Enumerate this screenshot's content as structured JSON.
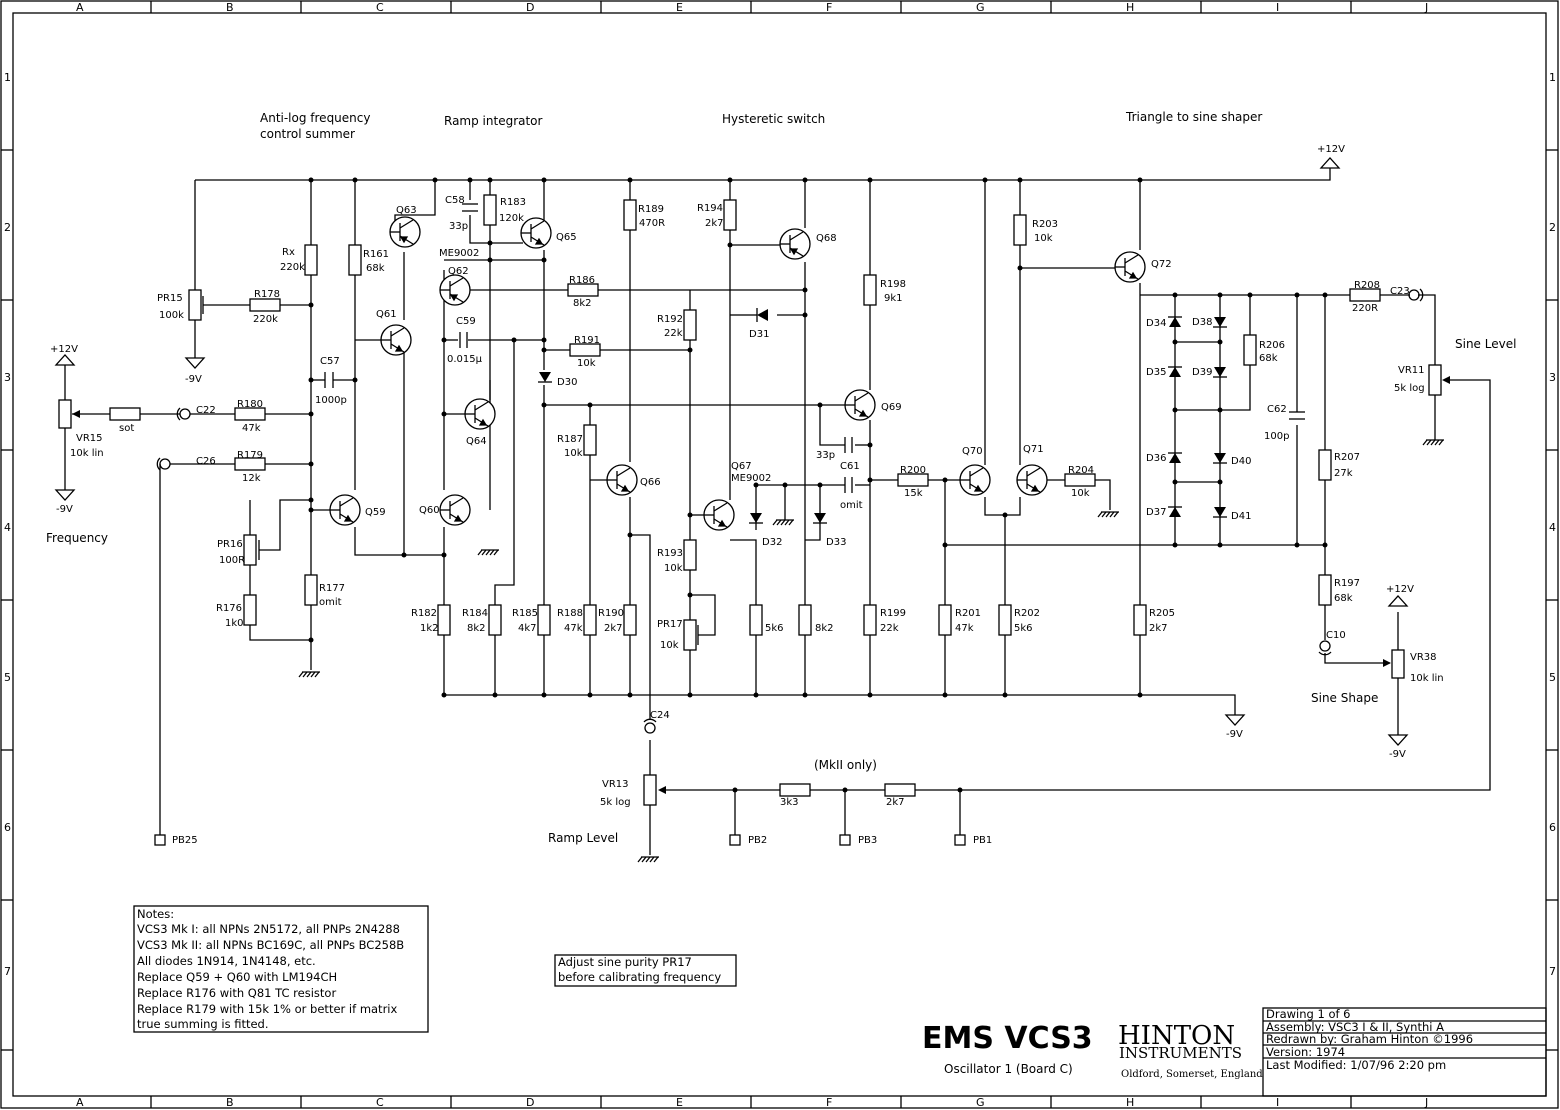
{
  "grid": {
    "cols": [
      "A",
      "B",
      "C",
      "D",
      "E",
      "F",
      "G",
      "H",
      "I",
      "J"
    ],
    "rows": [
      "1",
      "2",
      "3",
      "4",
      "5",
      "6",
      "7"
    ]
  },
  "sections": {
    "antilog": [
      "Anti-log frequency",
      "control summer"
    ],
    "ramp": "Ramp integrator",
    "hyst": "Hysteretic switch",
    "tri": "Triangle to sine shaper"
  },
  "labels": {
    "plus12": "+12V",
    "minus9": "-9V",
    "frequency": "Frequency",
    "sine_level": "Sine Level",
    "sine_shape": "Sine Shape",
    "ramp_level": "Ramp Level",
    "mkii": "(MkII only)",
    "vr15": "VR15",
    "vr15v": "10k lin",
    "vr11": "VR11",
    "vr11v": "5k log",
    "vr38": "VR38",
    "vr38v": "10k lin",
    "vr13": "VR13",
    "vr13v": "5k log",
    "pr15": "PR15",
    "pr15v": "100k",
    "pr16": "PR16",
    "pr16v": "100R",
    "pr17": "PR17",
    "pr17v": "10k",
    "sot": "sot",
    "c22": "C22",
    "c26": "C26",
    "c23": "C23",
    "c10": "C10",
    "c24": "C24",
    "r178": "R178",
    "r178v": "220k",
    "r180": "R180",
    "r180v": "47k",
    "r179": "R179",
    "r179v": "12k",
    "rx": "Rx",
    "rxv": "220k",
    "r161": "R161",
    "r161v": "68k",
    "c57": "C57",
    "c57v": "1000p",
    "r176": "R176",
    "r176v": "1k0",
    "r177": "R177",
    "r177v": "omit",
    "q59": "Q59",
    "q60": "Q60",
    "q61": "Q61",
    "q62": "Q62",
    "q63": "Q63",
    "q64": "Q64",
    "q65": "Q65",
    "q66": "Q66",
    "q67": "Q67",
    "q68": "Q68",
    "q69": "Q69",
    "q70": "Q70",
    "q71": "Q71",
    "q72": "Q72",
    "me9002a": "ME9002",
    "me9002b": "ME9002",
    "c58": "C58",
    "c58v": "33p",
    "r183": "R183",
    "r183v": "120k",
    "c59": "C59",
    "c59v": "0.015µ",
    "r186": "R186",
    "r186v": "8k2",
    "r191": "R191",
    "r191v": "10k",
    "d30": "D30",
    "r189": "R189",
    "r189v": "470R",
    "r187": "R187",
    "r187v": "10k",
    "r192": "R192",
    "r192v": "22k",
    "r193": "R193",
    "r193v": "10k",
    "r194": "R194",
    "r194v": "2k7",
    "d31": "D31",
    "d32": "D32",
    "d33": "D33",
    "c33p": "33p",
    "c61": "C61",
    "c61v": "omit",
    "r198": "R198",
    "r198v": "9k1",
    "r200": "R200",
    "r200v": "15k",
    "r203": "R203",
    "r203v": "10k",
    "r204": "R204",
    "r204v": "10k",
    "r182": "R182",
    "r182v": "1k2",
    "r184": "R184",
    "r184v": "8k2",
    "r185": "R185",
    "r185v": "4k7",
    "r188": "R188",
    "r188v": "47k",
    "r190": "R190",
    "r190v": "2k7",
    "v5k6a": "5k6",
    "v8k2": "8k2",
    "r199": "R199",
    "r199v": "22k",
    "r201": "R201",
    "r201v": "47k",
    "r202": "R202",
    "r202v": "5k6",
    "r205": "R205",
    "r205v": "2k7",
    "r206": "R206",
    "r206v": "68k",
    "r207": "R207",
    "r207v": "27k",
    "r208": "R208",
    "r208v": "220R",
    "r197": "R197",
    "r197v": "68k",
    "c62": "C62",
    "c62v": "100p",
    "d34": "D34",
    "d35": "D35",
    "d36": "D36",
    "d37": "D37",
    "d38": "D38",
    "d39": "D39",
    "d40": "D40",
    "d41": "D41",
    "r3k3": "3k3",
    "r2k7": "2k7",
    "pb25": "PB25",
    "pb2": "PB2",
    "pb3": "PB3",
    "pb1": "PB1"
  },
  "notes": [
    "Notes:",
    "VCS3 Mk I:  all NPNs 2N5172, all PNPs 2N4288",
    "VCS3 Mk II: all NPNs BC169C, all PNPs BC258B",
    "All diodes 1N914, 1N4148, etc.",
    "Replace Q59 + Q60 with LM194CH",
    "Replace R176 with Q81 TC resistor",
    "Replace R179 with 15k 1% or better if matrix",
    "true summing is fitted."
  ],
  "adjust": [
    "Adjust sine purity PR17",
    "before calibrating frequency"
  ],
  "title": {
    "main": "EMS VCS3",
    "sub": "Oscillator 1 (Board C)",
    "brand1": "HINTON",
    "brand2": "INSTRUMENTS",
    "brand3": "Oldford, Somerset, England"
  },
  "titleblock": [
    "Drawing 1 of 6",
    "Assembly: VSC3 I & II, Synthi A",
    "Redrawn by: Graham Hinton ©1996",
    "Version: 1974",
    "Last Modified: 1/07/96  2:20 pm"
  ]
}
